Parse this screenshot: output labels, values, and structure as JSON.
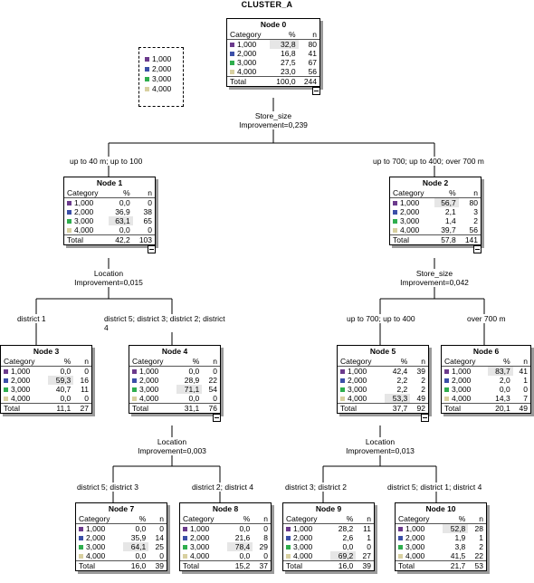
{
  "title": "CLUSTER_A",
  "colors": {
    "c1": "#6b3a8c",
    "c2": "#3b4fa8",
    "c3": "#2fae4e",
    "c4": "#d8d0a0"
  },
  "legend": [
    "1,000",
    "2,000",
    "3,000",
    "4,000"
  ],
  "headers": {
    "category": "Category",
    "pct": "%",
    "n": "n",
    "total": "Total"
  },
  "nodes": {
    "n0": {
      "title": "Node 0",
      "rows": [
        [
          "1,000",
          "32,8",
          "80"
        ],
        [
          "2,000",
          "16,8",
          "41"
        ],
        [
          "3,000",
          "27,5",
          "67"
        ],
        [
          "4,000",
          "23,0",
          "56"
        ]
      ],
      "total": [
        "100,0",
        "244"
      ]
    },
    "n1": {
      "title": "Node 1",
      "rows": [
        [
          "1,000",
          "0,0",
          "0"
        ],
        [
          "2,000",
          "36,9",
          "38"
        ],
        [
          "3,000",
          "63,1",
          "65"
        ],
        [
          "4,000",
          "0,0",
          "0"
        ]
      ],
      "total": [
        "42,2",
        "103"
      ]
    },
    "n2": {
      "title": "Node 2",
      "rows": [
        [
          "1,000",
          "56,7",
          "80"
        ],
        [
          "2,000",
          "2,1",
          "3"
        ],
        [
          "3,000",
          "1,4",
          "2"
        ],
        [
          "4,000",
          "39,7",
          "56"
        ]
      ],
      "total": [
        "57,8",
        "141"
      ]
    },
    "n3": {
      "title": "Node 3",
      "rows": [
        [
          "1,000",
          "0,0",
          "0"
        ],
        [
          "2,000",
          "59,3",
          "16"
        ],
        [
          "3,000",
          "40,7",
          "11"
        ],
        [
          "4,000",
          "0,0",
          "0"
        ]
      ],
      "total": [
        "11,1",
        "27"
      ]
    },
    "n4": {
      "title": "Node 4",
      "rows": [
        [
          "1,000",
          "0,0",
          "0"
        ],
        [
          "2,000",
          "28,9",
          "22"
        ],
        [
          "3,000",
          "71,1",
          "54"
        ],
        [
          "4,000",
          "0,0",
          "0"
        ]
      ],
      "total": [
        "31,1",
        "76"
      ]
    },
    "n5": {
      "title": "Node 5",
      "rows": [
        [
          "1,000",
          "42,4",
          "39"
        ],
        [
          "2,000",
          "2,2",
          "2"
        ],
        [
          "3,000",
          "2,2",
          "2"
        ],
        [
          "4,000",
          "53,3",
          "49"
        ]
      ],
      "total": [
        "37,7",
        "92"
      ]
    },
    "n6": {
      "title": "Node 6",
      "rows": [
        [
          "1,000",
          "83,7",
          "41"
        ],
        [
          "2,000",
          "2,0",
          "1"
        ],
        [
          "3,000",
          "0,0",
          "0"
        ],
        [
          "4,000",
          "14,3",
          "7"
        ]
      ],
      "total": [
        "20,1",
        "49"
      ]
    },
    "n7": {
      "title": "Node 7",
      "rows": [
        [
          "1,000",
          "0,0",
          "0"
        ],
        [
          "2,000",
          "35,9",
          "14"
        ],
        [
          "3,000",
          "64,1",
          "25"
        ],
        [
          "4,000",
          "0,0",
          "0"
        ]
      ],
      "total": [
        "16,0",
        "39"
      ]
    },
    "n8": {
      "title": "Node 8",
      "rows": [
        [
          "1,000",
          "0,0",
          "0"
        ],
        [
          "2,000",
          "21,6",
          "8"
        ],
        [
          "3,000",
          "78,4",
          "29"
        ],
        [
          "4,000",
          "0,0",
          "0"
        ]
      ],
      "total": [
        "15,2",
        "37"
      ]
    },
    "n9": {
      "title": "Node 9",
      "rows": [
        [
          "1,000",
          "28,2",
          "11"
        ],
        [
          "2,000",
          "2,6",
          "1"
        ],
        [
          "3,000",
          "0,0",
          "0"
        ],
        [
          "4,000",
          "69,2",
          "27"
        ]
      ],
      "total": [
        "16,0",
        "39"
      ]
    },
    "n10": {
      "title": "Node 10",
      "rows": [
        [
          "1,000",
          "52,8",
          "28"
        ],
        [
          "2,000",
          "1,9",
          "1"
        ],
        [
          "3,000",
          "3,8",
          "2"
        ],
        [
          "4,000",
          "41,5",
          "22"
        ]
      ],
      "total": [
        "21,7",
        "53"
      ]
    }
  },
  "splits": {
    "s0": {
      "var": "Store_size",
      "imp": "Improvement=0,239"
    },
    "s1": {
      "var": "Location",
      "imp": "Improvement=0,015"
    },
    "s2": {
      "var": "Store_size",
      "imp": "Improvement=0,042"
    },
    "s4": {
      "var": "Location",
      "imp": "Improvement=0,003"
    },
    "s5": {
      "var": "Location",
      "imp": "Improvement=0,013"
    }
  },
  "branches": {
    "b1": "up to 40 m; up to 100",
    "b2": "up to 700; up to 400; over 700 m",
    "b3": "district 1",
    "b4a": "district 5; district 3; district 2; district",
    "b4b": "4",
    "b5": "up to 700; up to 400",
    "b6": "over 700 m",
    "b7": "district 5; district 3",
    "b8": "district 2; district 4",
    "b9": "district 3; district 2",
    "b10": "district 5; district 1; district 4"
  }
}
